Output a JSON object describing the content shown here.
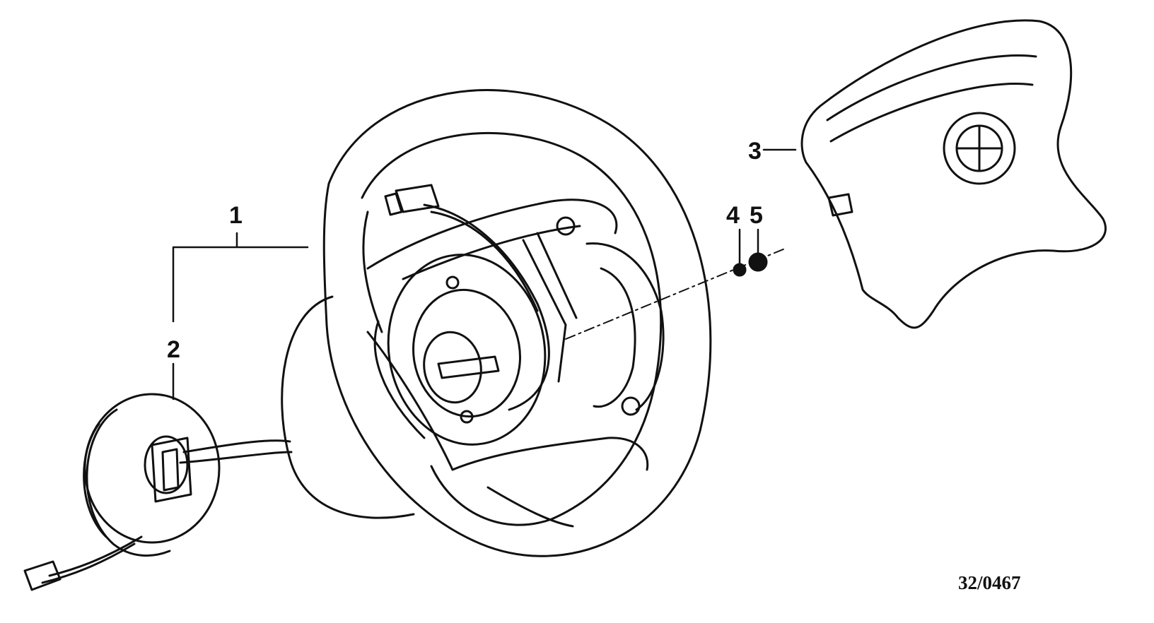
{
  "callouts": {
    "c1": "1",
    "c2": "2",
    "c3": "3",
    "c4": "4",
    "c5": "5"
  },
  "reference_code": "32/0467",
  "parts": [
    {
      "name": "steering-wheel",
      "icon": "steering-wheel-icon"
    },
    {
      "name": "clock-spring-contact-ring",
      "icon": "clock-spring-icon"
    },
    {
      "name": "airbag-module",
      "icon": "airbag-icon"
    },
    {
      "name": "lock-washer",
      "icon": "washer-icon"
    },
    {
      "name": "hex-nut",
      "icon": "nut-icon"
    }
  ],
  "colors": {
    "ink": "#111111",
    "paper": "#ffffff"
  }
}
